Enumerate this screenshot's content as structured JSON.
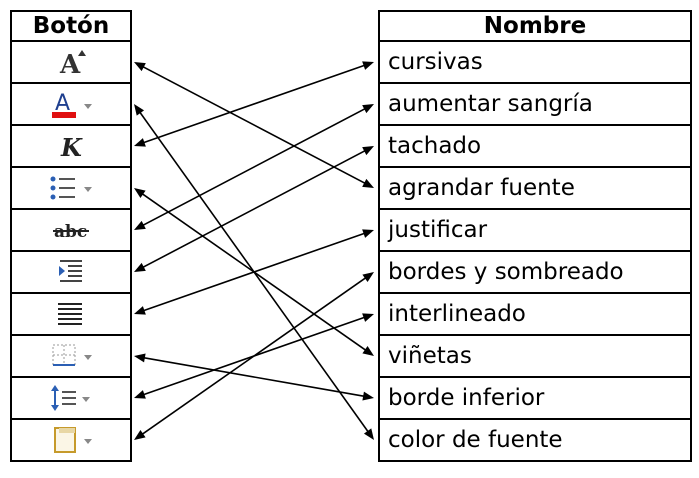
{
  "headers": {
    "buttons": "Botón",
    "names": "Nombre"
  },
  "buttons": [
    {
      "icon": "grow-font-icon",
      "label": "A"
    },
    {
      "icon": "font-color-icon",
      "label": "A"
    },
    {
      "icon": "italic-icon",
      "label": "K"
    },
    {
      "icon": "bullets-icon"
    },
    {
      "icon": "strikethrough-icon",
      "label": "abc"
    },
    {
      "icon": "increase-indent-icon"
    },
    {
      "icon": "justify-icon"
    },
    {
      "icon": "bottom-border-icon"
    },
    {
      "icon": "line-spacing-icon"
    },
    {
      "icon": "borders-and-shading-icon"
    }
  ],
  "names": [
    "cursivas",
    "aumentar sangría",
    "tachado",
    "agrandar fuente",
    "justificar",
    "bordes y sombreado",
    "interlineado",
    "viñetas",
    "borde inferior",
    "color de fuente"
  ],
  "matches": [
    {
      "button": 0,
      "name": 3
    },
    {
      "button": 1,
      "name": 9
    },
    {
      "button": 2,
      "name": 0
    },
    {
      "button": 3,
      "name": 7
    },
    {
      "button": 4,
      "name": 1
    },
    {
      "button": 5,
      "name": 2
    },
    {
      "button": 6,
      "name": 4
    },
    {
      "button": 7,
      "name": 8
    },
    {
      "button": 8,
      "name": 6
    },
    {
      "button": 9,
      "name": 5
    }
  ],
  "colors": {
    "font_color_bar": "#e01010",
    "icon_blue": "#2b5fb4",
    "icon_gray": "#7a7a7a"
  }
}
